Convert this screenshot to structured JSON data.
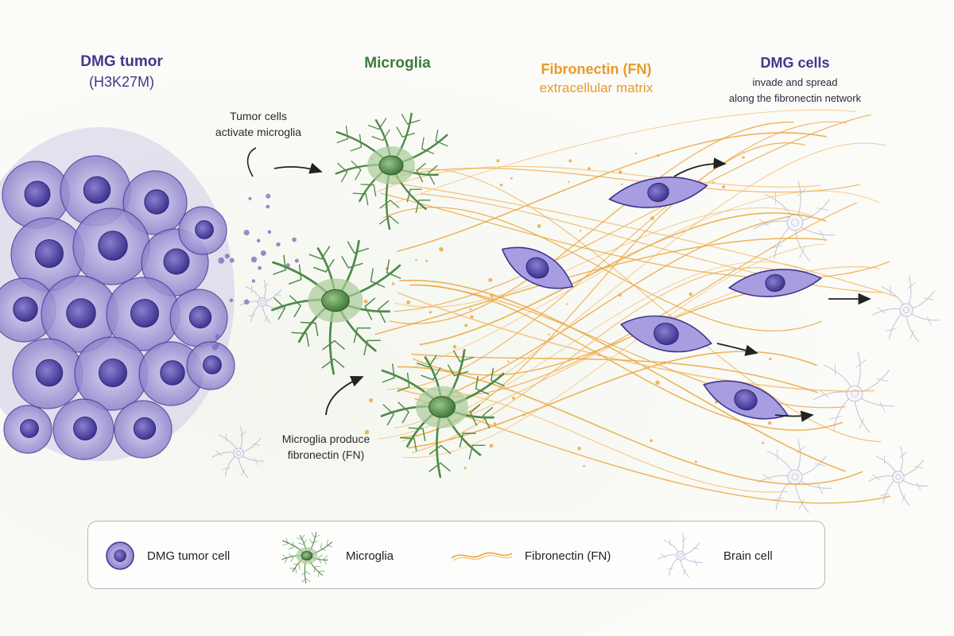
{
  "headings": {
    "tumor_title": "DMG tumor",
    "tumor_subtitle": "(H3K27M)",
    "microglia_title": "Microglia",
    "fn_title": "Fibronectin (FN)",
    "fn_subtitle": "extracellular matrix",
    "dmg_cells_title": "DMG cells",
    "dmg_cells_line1": "invade and spread",
    "dmg_cells_line2": "along the fibronectin network"
  },
  "annotations": {
    "activate_line1": "Tumor cells",
    "activate_line2": "activate microglia",
    "produce_line1": "Microglia produce",
    "produce_line2": "fibronectin (FN)"
  },
  "legend": {
    "tumor_cell": "DMG tumor cell",
    "microglia": "Microglia",
    "fibronectin": "Fibronectin (FN)",
    "brain_cell": "Brain cell"
  },
  "colors": {
    "tumor": "#6a5fb8",
    "tumor_nucleus": "#4a3f9a",
    "microglia": "#4f8a48",
    "fibronectin": "#eba53a",
    "brain_cell": "#9a9ac8",
    "arrow": "#222222"
  }
}
